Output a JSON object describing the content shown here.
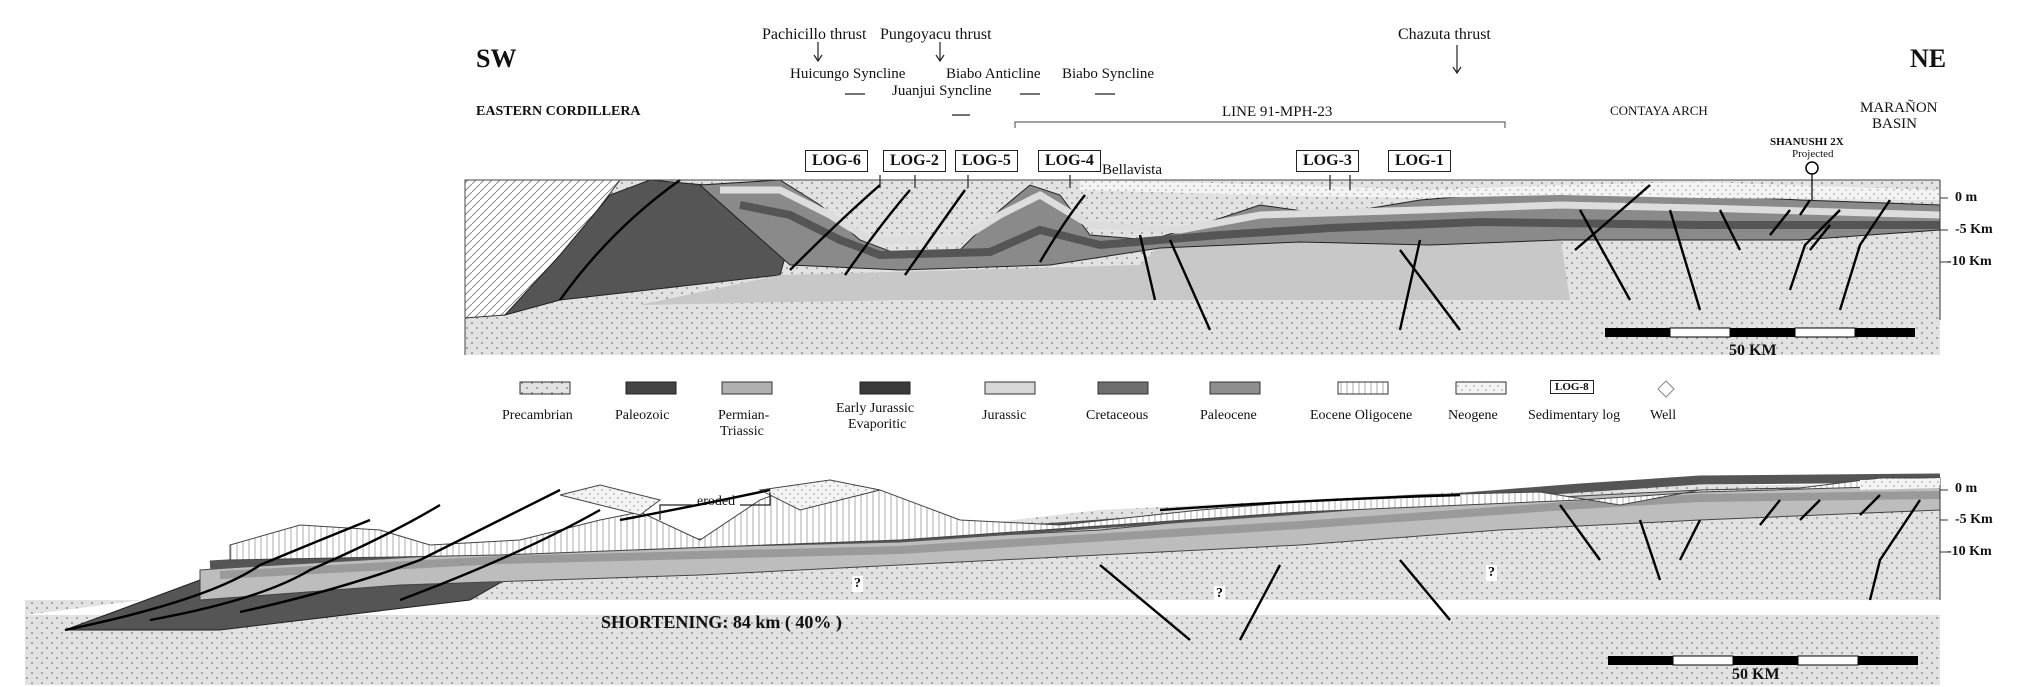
{
  "directions": {
    "left": "SW",
    "right": "NE"
  },
  "regions": {
    "eastern_cordillera": "EASTERN CORDILLERA",
    "contaya_arch": "CONTAYA ARCH",
    "maranon_basin_1": "MARAÑON",
    "maranon_basin_2": "BASIN",
    "line": "LINE 91-MPH-23"
  },
  "structures": {
    "pachicillo": "Pachicillo thrust",
    "pungoyacu": "Pungoyacu thrust",
    "chazuta": "Chazuta thrust",
    "huicungo": "Huicungo Syncline",
    "biabo_anticline": "Biabo Anticline",
    "biabo_syncline": "Biabo Syncline",
    "juanjui": "Juanjui Syncline"
  },
  "well": {
    "name": "SHANUSHI 2X",
    "note": "Projected"
  },
  "town": "Bellavista",
  "logs": [
    "LOG-6",
    "LOG-2",
    "LOG-5",
    "LOG-4",
    "LOG-3",
    "LOG-1"
  ],
  "depth_labels": [
    "0 m",
    "-5 Km",
    "-10 Km"
  ],
  "scale_label": "50 KM",
  "legend": {
    "precambrian": "Precambrian",
    "paleozoic": "Paleozoic",
    "permian_1": "Permian-",
    "permian_2": "Triassic",
    "early_jurassic_1": "Early Jurassic",
    "early_jurassic_2": "Evaporitic",
    "jurassic": "Jurassic",
    "cretaceous": "Cretaceous",
    "paleocene": "Paleocene",
    "eocene": "Eocene Oligocene",
    "neogene": "Neogene",
    "log_sample": "LOG-8",
    "sedimentary_log": "Sedimentary log",
    "well": "Well"
  },
  "eroded": "eroded",
  "shortening": "SHORTENING: 84 km ( 40% )",
  "question_mark": "?"
}
